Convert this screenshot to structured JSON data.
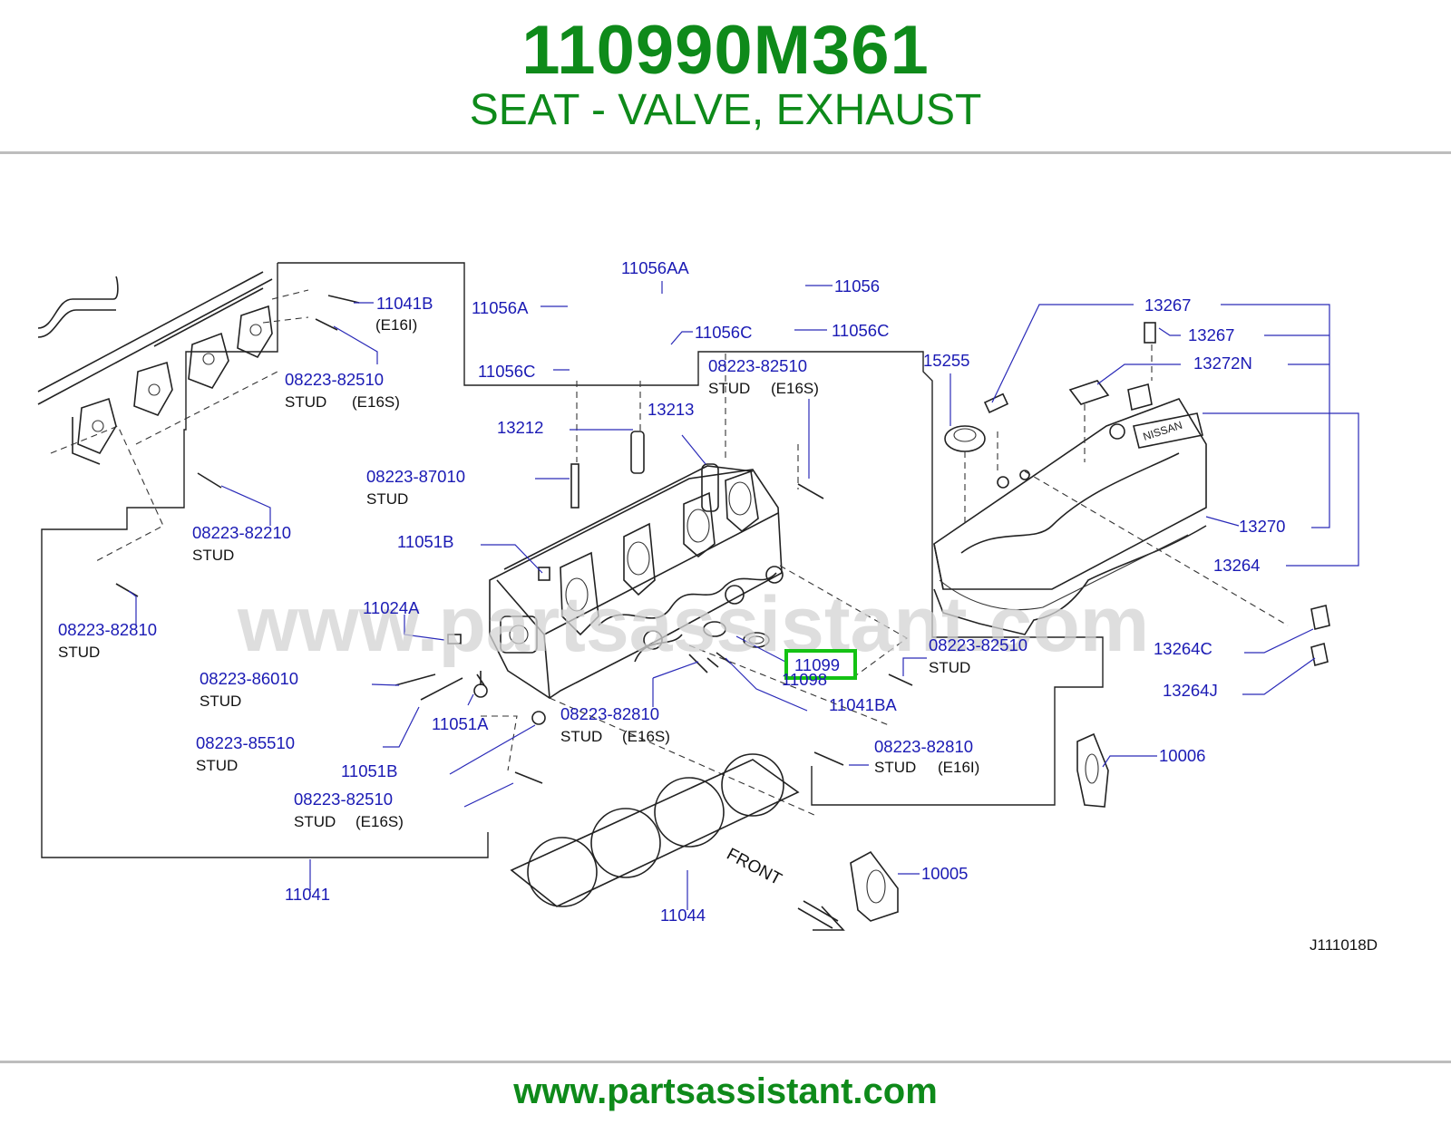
{
  "header": {
    "part_number": "110990M361",
    "description": "SEAT - VALVE, EXHAUST"
  },
  "diagram": {
    "watermark": "www.partsassistant.com",
    "reference_code": "J111018D",
    "front_label": "FRONT",
    "highlighted_part": "11099",
    "callouts": [
      {
        "text": "11041B"
      },
      {
        "text": "(E16I)"
      },
      {
        "text": "08223-82510"
      },
      {
        "text": "STUD"
      },
      {
        "text": "(E16S)"
      },
      {
        "text": "11056A"
      },
      {
        "text": "11056AA"
      },
      {
        "text": "11056"
      },
      {
        "text": "11056C"
      },
      {
        "text": "11056C"
      },
      {
        "text": "11056C"
      },
      {
        "text": "08223-82510"
      },
      {
        "text": "STUD"
      },
      {
        "text": "(E16S)"
      },
      {
        "text": "13212"
      },
      {
        "text": "13213"
      },
      {
        "text": "08223-87010"
      },
      {
        "text": "STUD"
      },
      {
        "text": "08223-82210"
      },
      {
        "text": "STUD"
      },
      {
        "text": "11051B"
      },
      {
        "text": "11024A"
      },
      {
        "text": "08223-82810"
      },
      {
        "text": "STUD"
      },
      {
        "text": "08223-86010"
      },
      {
        "text": "STUD"
      },
      {
        "text": "08223-85510"
      },
      {
        "text": "STUD"
      },
      {
        "text": "11051A"
      },
      {
        "text": "11051B"
      },
      {
        "text": "08223-82510"
      },
      {
        "text": "STUD"
      },
      {
        "text": "(E16S)"
      },
      {
        "text": "08223-82810"
      },
      {
        "text": "STUD"
      },
      {
        "text": "(E16S)"
      },
      {
        "text": "11098"
      },
      {
        "text": "11041BA"
      },
      {
        "text": "08223-82510"
      },
      {
        "text": "STUD"
      },
      {
        "text": "08223-82810"
      },
      {
        "text": "STUD"
      },
      {
        "text": "(E16I)"
      },
      {
        "text": "11041"
      },
      {
        "text": "11044"
      },
      {
        "text": "10005"
      },
      {
        "text": "10006"
      },
      {
        "text": "15255"
      },
      {
        "text": "13267"
      },
      {
        "text": "13267"
      },
      {
        "text": "13272N"
      },
      {
        "text": "13270"
      },
      {
        "text": "13264"
      },
      {
        "text": "13264C"
      },
      {
        "text": "13264J"
      }
    ]
  },
  "footer": {
    "url": "www.partsassistant.com"
  }
}
